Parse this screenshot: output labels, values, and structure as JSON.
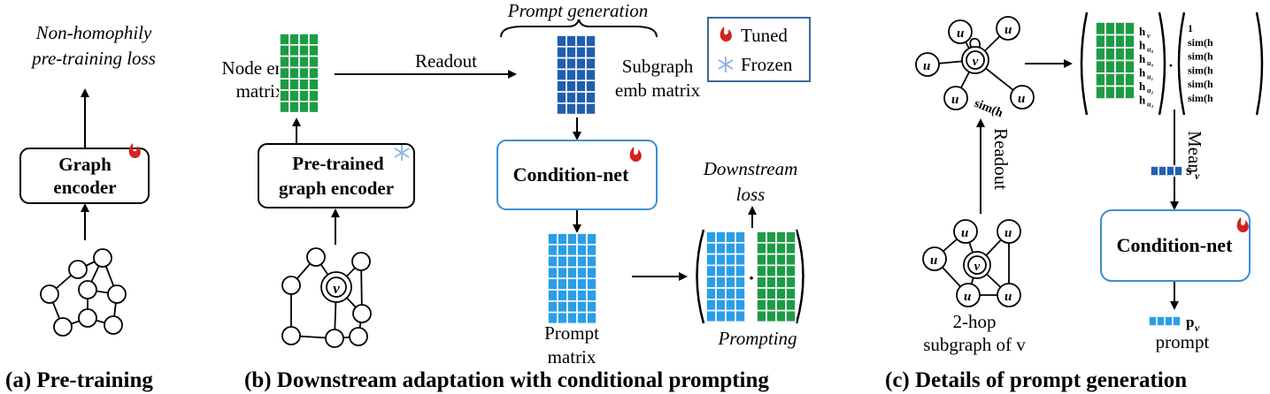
{
  "captions": {
    "a": "(a) Pre-training",
    "b": "(b) Downstream adaptation with conditional prompting",
    "c": "(c) Details of prompt generation"
  },
  "panel_a": {
    "loss_line1": "Non-homophily",
    "loss_line2": "pre-training loss",
    "encoder_line1": "Graph",
    "encoder_line2": "encoder"
  },
  "panel_b": {
    "node_emb_line1": "Node emb",
    "node_emb_line2": "matrix",
    "readout": "Readout",
    "prompt_generation": "Prompt generation",
    "subgraph_line1": "Subgraph",
    "subgraph_line2": "emb matrix",
    "pretrained_line1": "Pre-trained",
    "pretrained_line2": "graph encoder",
    "condition_net": "Condition-net",
    "downstream_line1": "Downstream",
    "downstream_line2": "loss",
    "prompt_matrix_line1": "Prompt",
    "prompt_matrix_line2": "matrix",
    "prompting": "Prompting",
    "center_node": "v",
    "dot": "·"
  },
  "legend": {
    "tuned": "Tuned",
    "frozen": "Frozen"
  },
  "panel_c": {
    "u0": "u",
    "u1": "u",
    "u2": "u",
    "u3": "u",
    "u4": "u",
    "center": "v",
    "sim_label": "sim(h",
    "readout": "Readout",
    "subgraph_line1": "2-hop",
    "subgraph_line2": "subgraph of v",
    "mean": "Mean",
    "s_v": "s",
    "condition_net": "Condition-net",
    "p_v": "p",
    "prompt": "prompt",
    "h_rows": [
      "h",
      "h",
      "h",
      "h",
      "h",
      "h"
    ],
    "h_subs": [
      "v",
      "u₀",
      "u₀",
      "u₁",
      "u₂",
      "u₃"
    ],
    "sim_rows": [
      "1",
      "sim(h",
      "sim(h",
      "sim(h",
      "sim(h",
      "sim(h"
    ]
  },
  "colors": {
    "green": "#1e9b46",
    "dark_blue": "#1f5fae",
    "light_blue": "#2a9ee6",
    "box_blue": "#3b8fd0",
    "flame": "#d42020",
    "snow": "#8ab4e0"
  }
}
